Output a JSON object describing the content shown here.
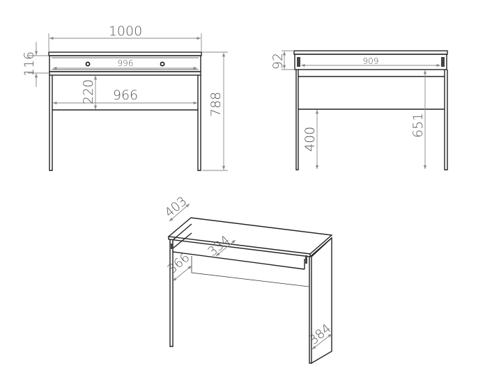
{
  "title": "Desk dimension drawing",
  "front_view": {
    "width": "1000",
    "drawer_height": "116",
    "drawer_width": "996",
    "panel_height": "220",
    "inner_width": "966",
    "total_height": "788"
  },
  "side_view": {
    "drawer_height": "92",
    "drawer_inner_width": "909",
    "panel_clearance": "400",
    "leg_clearance": "651"
  },
  "iso_view": {
    "depth": "403",
    "drawer_depth": "334",
    "inner_depth": "366",
    "leg_depth": "384"
  },
  "colors": {
    "line": "#222222",
    "dimension": "#888888"
  }
}
